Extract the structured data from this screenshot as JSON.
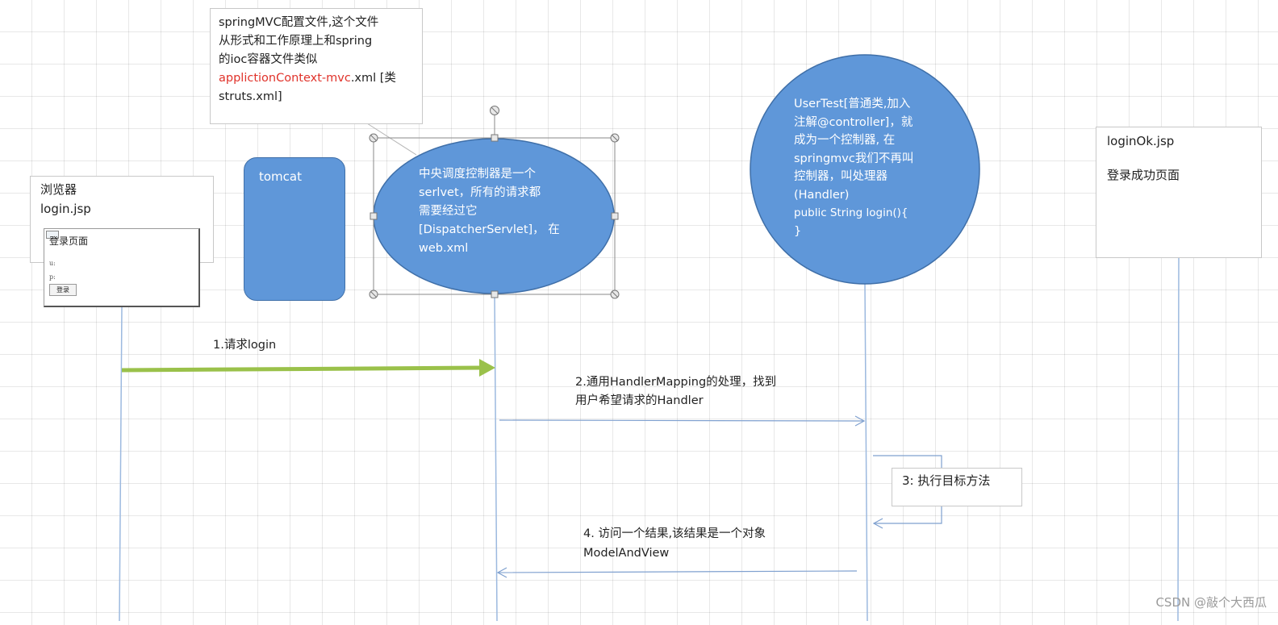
{
  "note": {
    "line1": "springMVC配置文件,这个文件",
    "line2": "从形式和工作原理上和spring",
    "line3": "的ioc容器文件类似",
    "line4_red": "applictionContext-mvc",
    "line4_rest": ".xml [类",
    "line5": "struts.xml]"
  },
  "browser": {
    "title": "浏览器",
    "file": "login.jsp",
    "screenshot": {
      "page_title": "登录页面",
      "user_label": "u:",
      "pass_label": "p:",
      "button": "登录"
    }
  },
  "tomcat": {
    "label": "tomcat"
  },
  "dispatcher": {
    "line1": "中央调度控制器是一个",
    "line2": "serlvet，所有的请求都",
    "line3": "需要经过它",
    "line4": "[DispatcherServlet]，  在",
    "line5": "web.xml"
  },
  "usertest": {
    "line1": "UserTest[普通类,加入",
    "line2": "注解@controller]，就",
    "line3": "成为一个控制器, 在",
    "line4": "springmvc我们不再叫",
    "line5": "控制器，叫处理器",
    "line6": "(Handler)",
    "line7": "public String login(){",
    "line8": "}"
  },
  "loginok": {
    "file": "loginOk.jsp",
    "text": "登录成功页面"
  },
  "steps": {
    "s1": "1.请求login",
    "s2_line1": "2.通用HandlerMapping的处理，找到",
    "s2_line2": "用户希望请求的Handler",
    "s3": "3: 执行目标方法",
    "s4_line1": "4. 访问一个结果,该结果是一个对象",
    "s4_line2": "ModelAndView"
  },
  "watermark": "CSDN @敲个大西瓜",
  "colors": {
    "shape_fill": "#5f97d9",
    "shape_stroke": "#3f6fa8",
    "lifeline": "#9cb9df",
    "arrow_green": "#9ac14a",
    "red_text": "#e0322a"
  }
}
